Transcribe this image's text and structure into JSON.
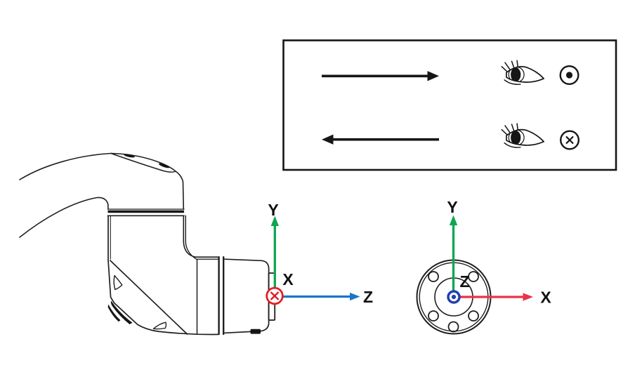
{
  "title": "Robot tool flange coordinate-system diagram",
  "legend": {
    "row_out_of_page": {
      "arrow_icon": "right-arrow",
      "viewer_icon": "eye-icon",
      "symbol_icon": "dot-in-circle",
      "meaning": "vector pointing toward viewer (out of page)"
    },
    "row_into_page": {
      "arrow_icon": "left-arrow",
      "viewer_icon": "eye-icon",
      "symbol_icon": "x-in-circle",
      "meaning": "vector pointing away from viewer (into page)"
    }
  },
  "side_view": {
    "axis_y_label": "Y",
    "axis_z_label": "Z",
    "axis_x_label": "X",
    "x_axis_symbol": "x-in-circle"
  },
  "front_view": {
    "axis_y_label": "Y",
    "axis_x_label": "X",
    "axis_z_label": "Z",
    "z_axis_symbol": "dot-in-circle"
  },
  "colors": {
    "axis_green": "#0ca750",
    "axis_blue": "#1b75c9",
    "axis_red": "#e8334a",
    "marker_red": "#e11b22",
    "marker_blue": "#2140b0",
    "ink": "#161616"
  }
}
